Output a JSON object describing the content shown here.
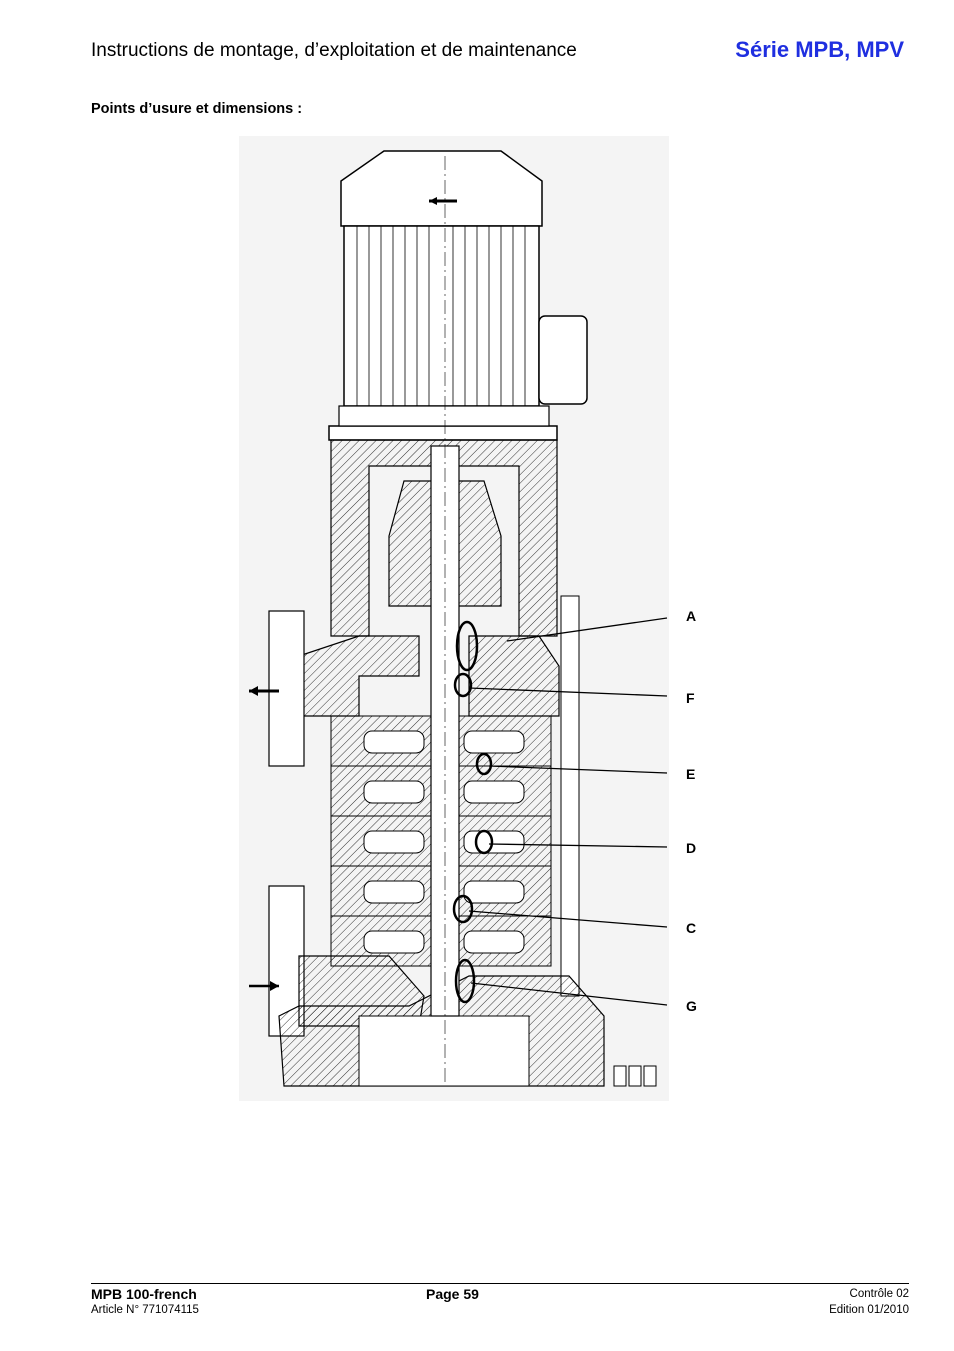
{
  "header": {
    "title": "Instructions de montage, d’exploitation et de maintenance",
    "series": "Série MPB, MPV"
  },
  "section_title": "Points d’usure et dimensions :",
  "drawing": {
    "labels": [
      "A",
      "F",
      "E",
      "D",
      "C",
      "G"
    ]
  },
  "footer": {
    "doc": "MPB 100-french",
    "article": "Article N° 771074115",
    "page": "Page 59",
    "control": "Contrôle 02",
    "edition": "Edition 01/2010"
  }
}
